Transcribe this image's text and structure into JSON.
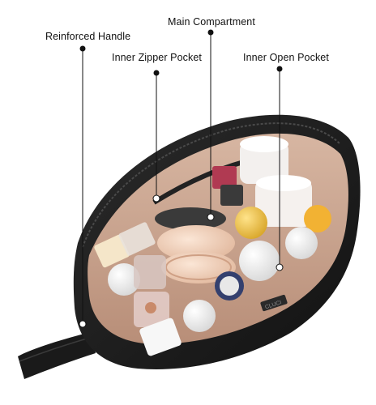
{
  "callouts": {
    "reinforced_handle": "Reinforced Handle",
    "main_compartment": "Main Compartment",
    "inner_zipper_pocket": "Inner Zipper Pocket",
    "inner_open_pocket": "Inner Open Pocket"
  },
  "brand_tag": "CLUCI",
  "colors": {
    "leather": "#1c1c1c",
    "lining": "#c9a48e",
    "leader_line": "#111111"
  }
}
